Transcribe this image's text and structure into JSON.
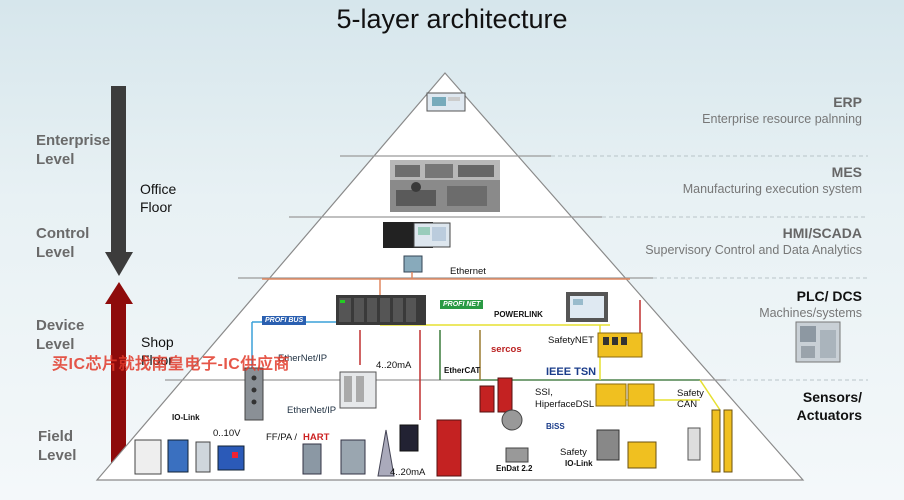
{
  "title": "5-layer architecture",
  "levels": {
    "enterprise": "Enterprise Level",
    "control": "Control Level",
    "device": "Device Level",
    "field": "Field Level"
  },
  "floors": {
    "office": "Office Floor",
    "shop": "Shop Floor"
  },
  "layers": [
    {
      "name": "ERP",
      "desc": "Enterprise resource palnning"
    },
    {
      "name": "MES",
      "desc": "Manufacturing execution system"
    },
    {
      "name": "HMI/SCADA",
      "desc": "Supervisory Control and Data Analytics"
    },
    {
      "name": "PLC/ DCS",
      "desc": "Machines/systems"
    },
    {
      "name": "Sensors/ Actuators",
      "desc": ""
    }
  ],
  "devices": {
    "ethernet": "Ethernet",
    "profibus": "PROFI BUS",
    "profinet": "PROFI NET",
    "powerlink": "POWERLINK",
    "ethernetip": "EtherNet/IP",
    "ethernetip2": "EtherNet/IP",
    "sercos": "sercos",
    "safetynet": "SafetyNET",
    "ieeetsn": "IEEE TSN",
    "ma420_top": "4..20mA",
    "ma420_bottom": "4..20mA",
    "ethercat": "EtherCAT",
    "ssi": "SSI,",
    "hiperface": "HiperfaceDSL",
    "safety_can": "Safety CAN",
    "safety": "Safety",
    "iolink": "IO-Link",
    "iolink2": "IO-Link",
    "v010": "0..10V",
    "ffpa": "FF/PA /",
    "hart": "HART",
    "endat": "EnDat 2.2",
    "biss": "BiSS"
  },
  "watermark": "买IC芯片就找南皇电子-IC供应商",
  "colors": {
    "arrow_dark": "#3c3c3c",
    "arrow_red": "#8e0b0b",
    "pyramid_line": "#8a8a8a"
  }
}
